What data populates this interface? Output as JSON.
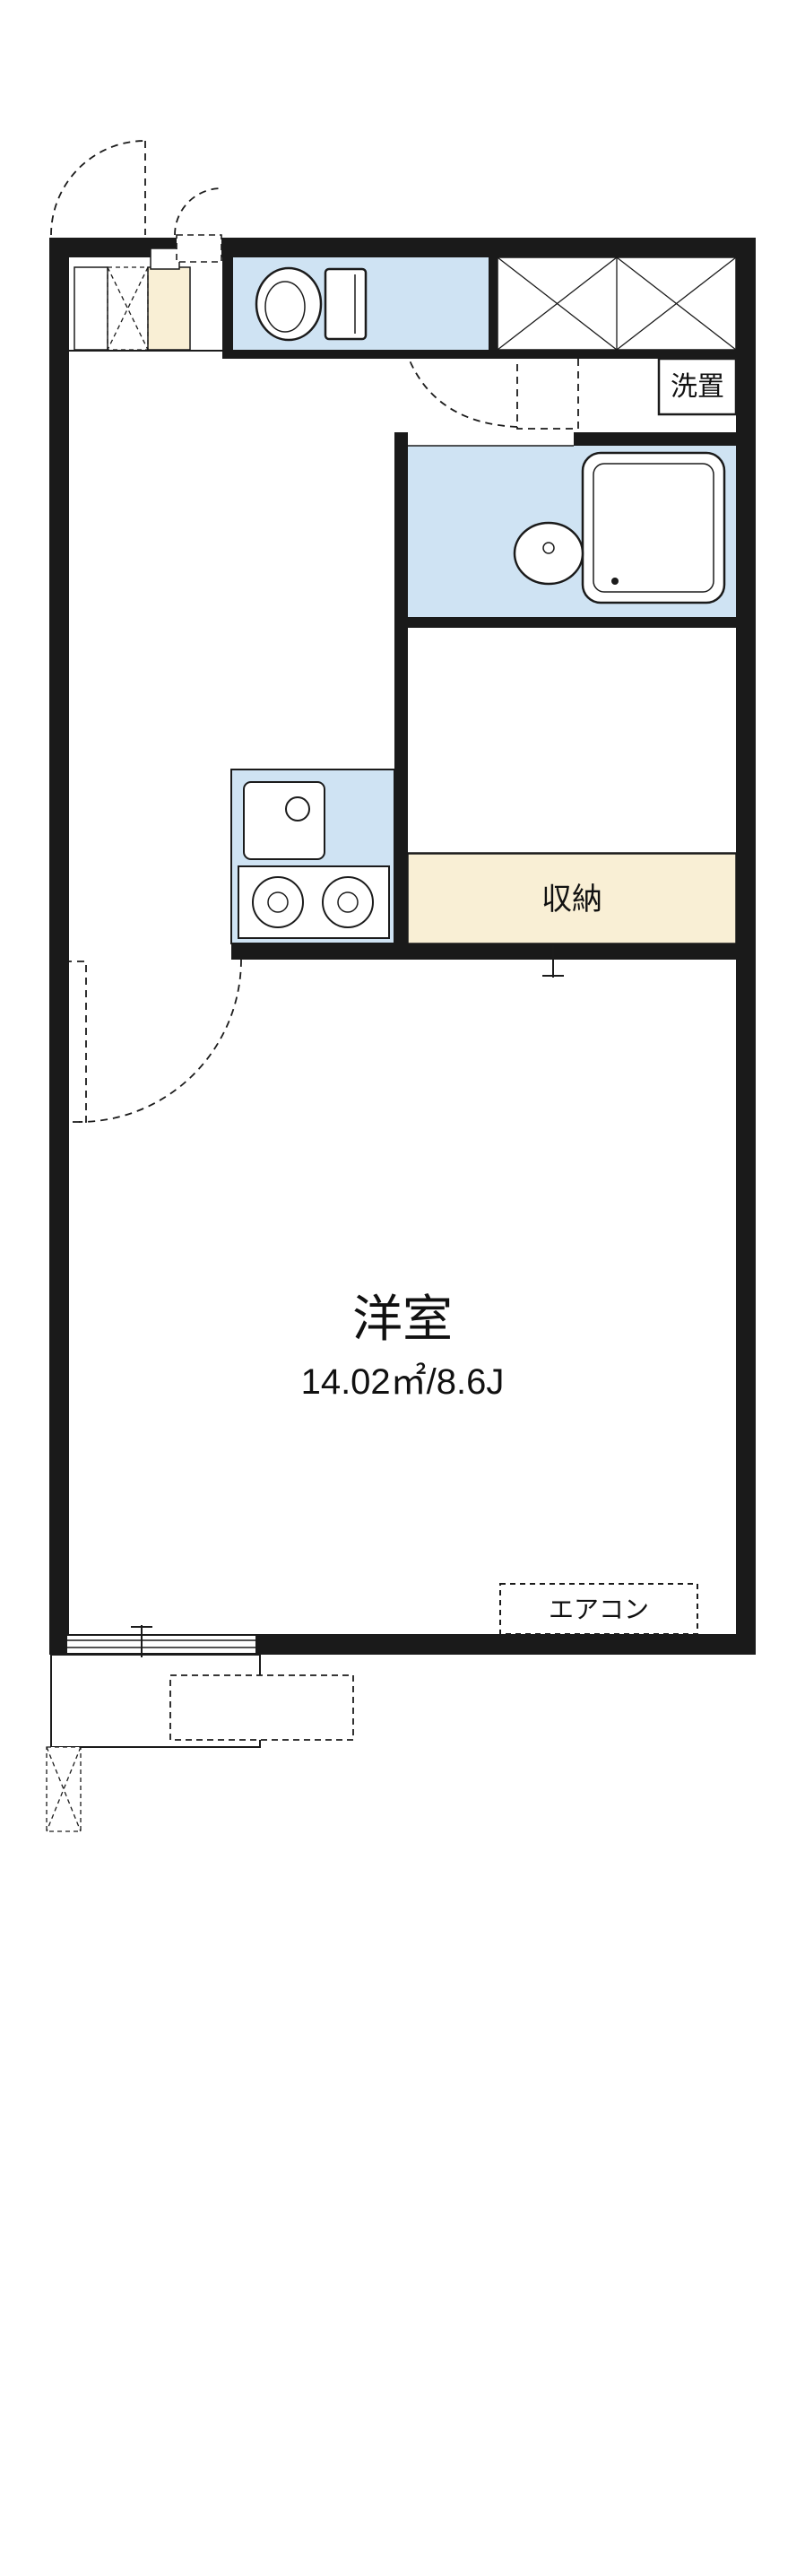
{
  "colors": {
    "wall": "#1a1a1a",
    "water": "#cfe3f3",
    "cream": "#f9efd5"
  },
  "labels": {
    "laundry": "洗置",
    "storage": "収納",
    "room_name": "洋室",
    "room_size": "14.02㎡/8.6J",
    "aircon": "エアコン"
  }
}
